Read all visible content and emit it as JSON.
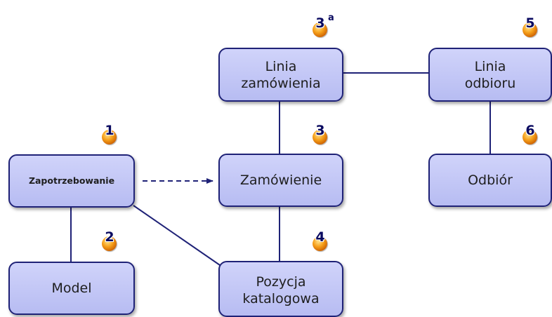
{
  "nodes": {
    "zapotrzebowanie": "Zapotrzebowanie",
    "model": "Model",
    "zamowienie": "Zamówienie",
    "pozycja_katalogowa": [
      "Pozycja",
      "katalogowa"
    ],
    "linia_zamowienia": [
      "Linia",
      "zamówienia"
    ],
    "linia_odbioru": [
      "Linia",
      "odbioru"
    ],
    "odbior": "Odbiór"
  },
  "badges": {
    "b1": "1",
    "b2": "2",
    "b3": "3",
    "b3a": "3",
    "b3a_sup": "a",
    "b4": "4",
    "b5": "5",
    "b6": "6"
  },
  "colors": {
    "node_fill": "#c4c8f6",
    "node_border": "#1f2277",
    "line": "#1f2277",
    "badge": "#f08c00"
  }
}
